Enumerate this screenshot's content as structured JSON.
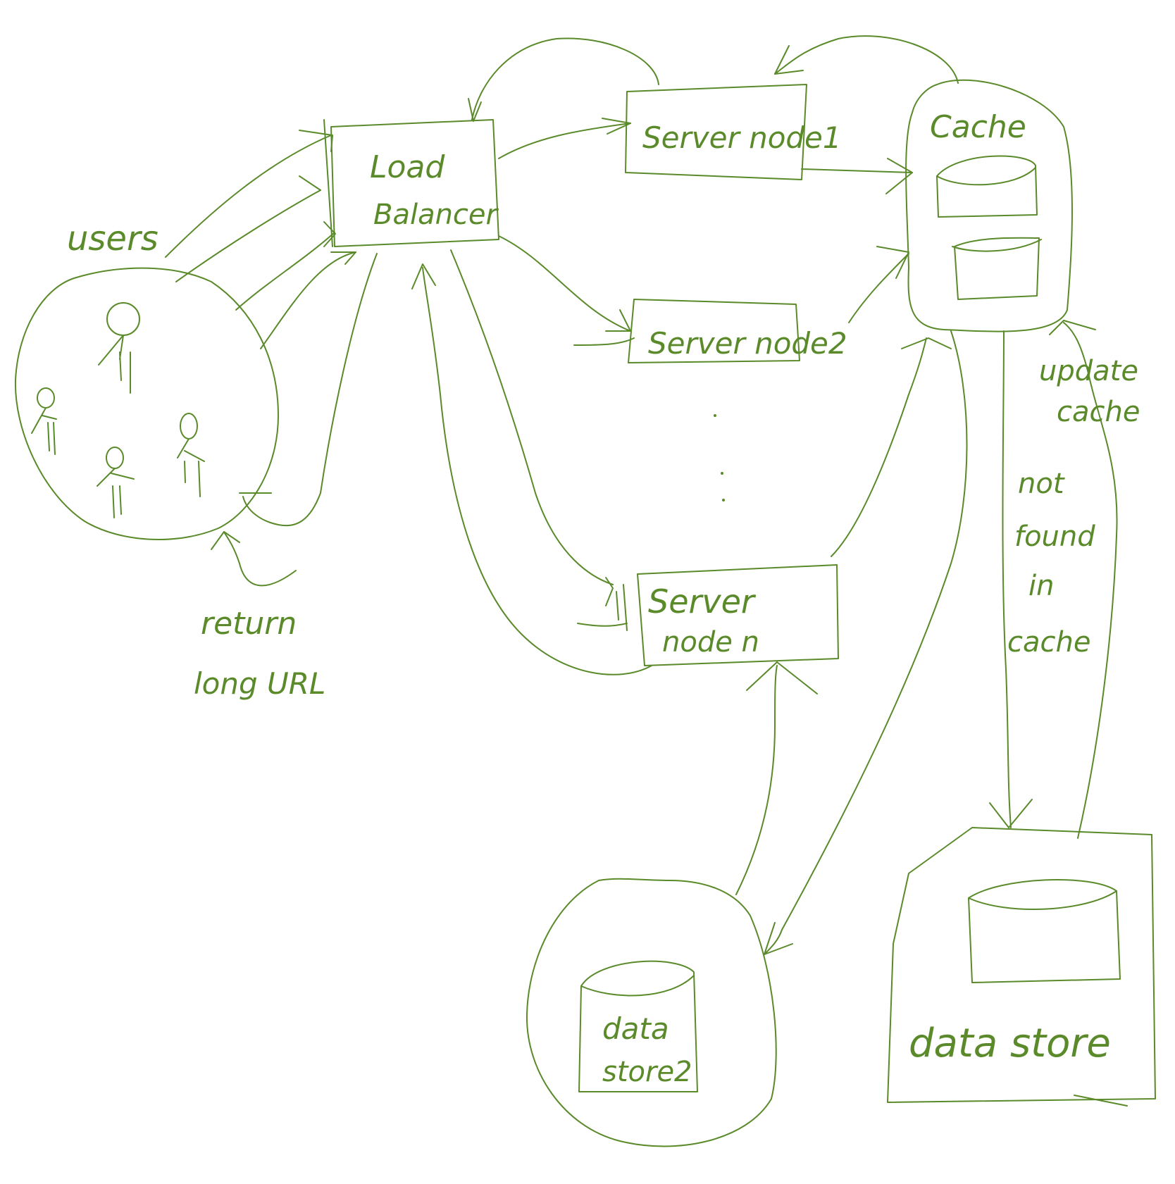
{
  "diagram": {
    "ink_color": "#5a8a2a",
    "labels": {
      "users": "users",
      "load_balancer_line1": "Load",
      "load_balancer_line2": "Balancer",
      "server_node_1": "Server node1",
      "server_node_2": "Server node2",
      "server_node_n_line1": "Server",
      "server_node_n_line2": "node n",
      "cache": "Cache",
      "update_cache_line1": "update",
      "update_cache_line2": "cache",
      "not_found_line1": "not",
      "not_found_line2": "found",
      "not_found_line3": "in",
      "not_found_line4": "cache",
      "return_line1": "return",
      "return_line2": "long URL",
      "data_store_2_line1": "data",
      "data_store_2_line2": "store2",
      "data_store": "data store"
    }
  }
}
